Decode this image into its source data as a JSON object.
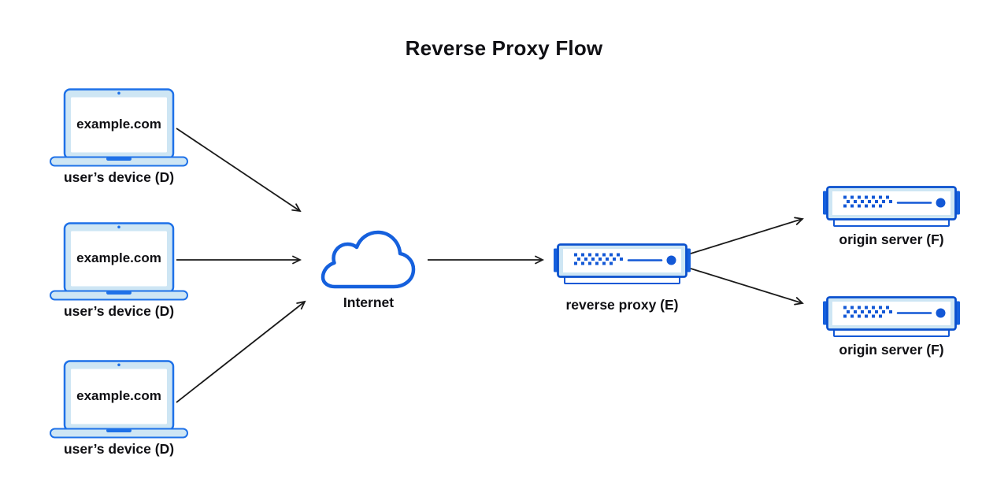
{
  "title": "Reverse Proxy Flow",
  "devices": [
    {
      "screen_text": "example.com",
      "label": "user’s device (D)"
    },
    {
      "screen_text": "example.com",
      "label": "user’s device (D)"
    },
    {
      "screen_text": "example.com",
      "label": "user’s device (D)"
    }
  ],
  "internet": {
    "label": "Internet"
  },
  "proxy": {
    "label": "reverse proxy (E)"
  },
  "origins": [
    {
      "label": "origin server (F)"
    },
    {
      "label": "origin server (F)"
    }
  ],
  "colors": {
    "accent_blue": "#1560DD",
    "stroke_blue": "#1E71E8",
    "server_stroke": "#0B51CE",
    "dot_blue": "#1358D6",
    "fill_light_blue": "#CEE6F4",
    "arrow_black": "#1A1A1A",
    "text_black": "#101014",
    "background": "#FFFFFF"
  }
}
